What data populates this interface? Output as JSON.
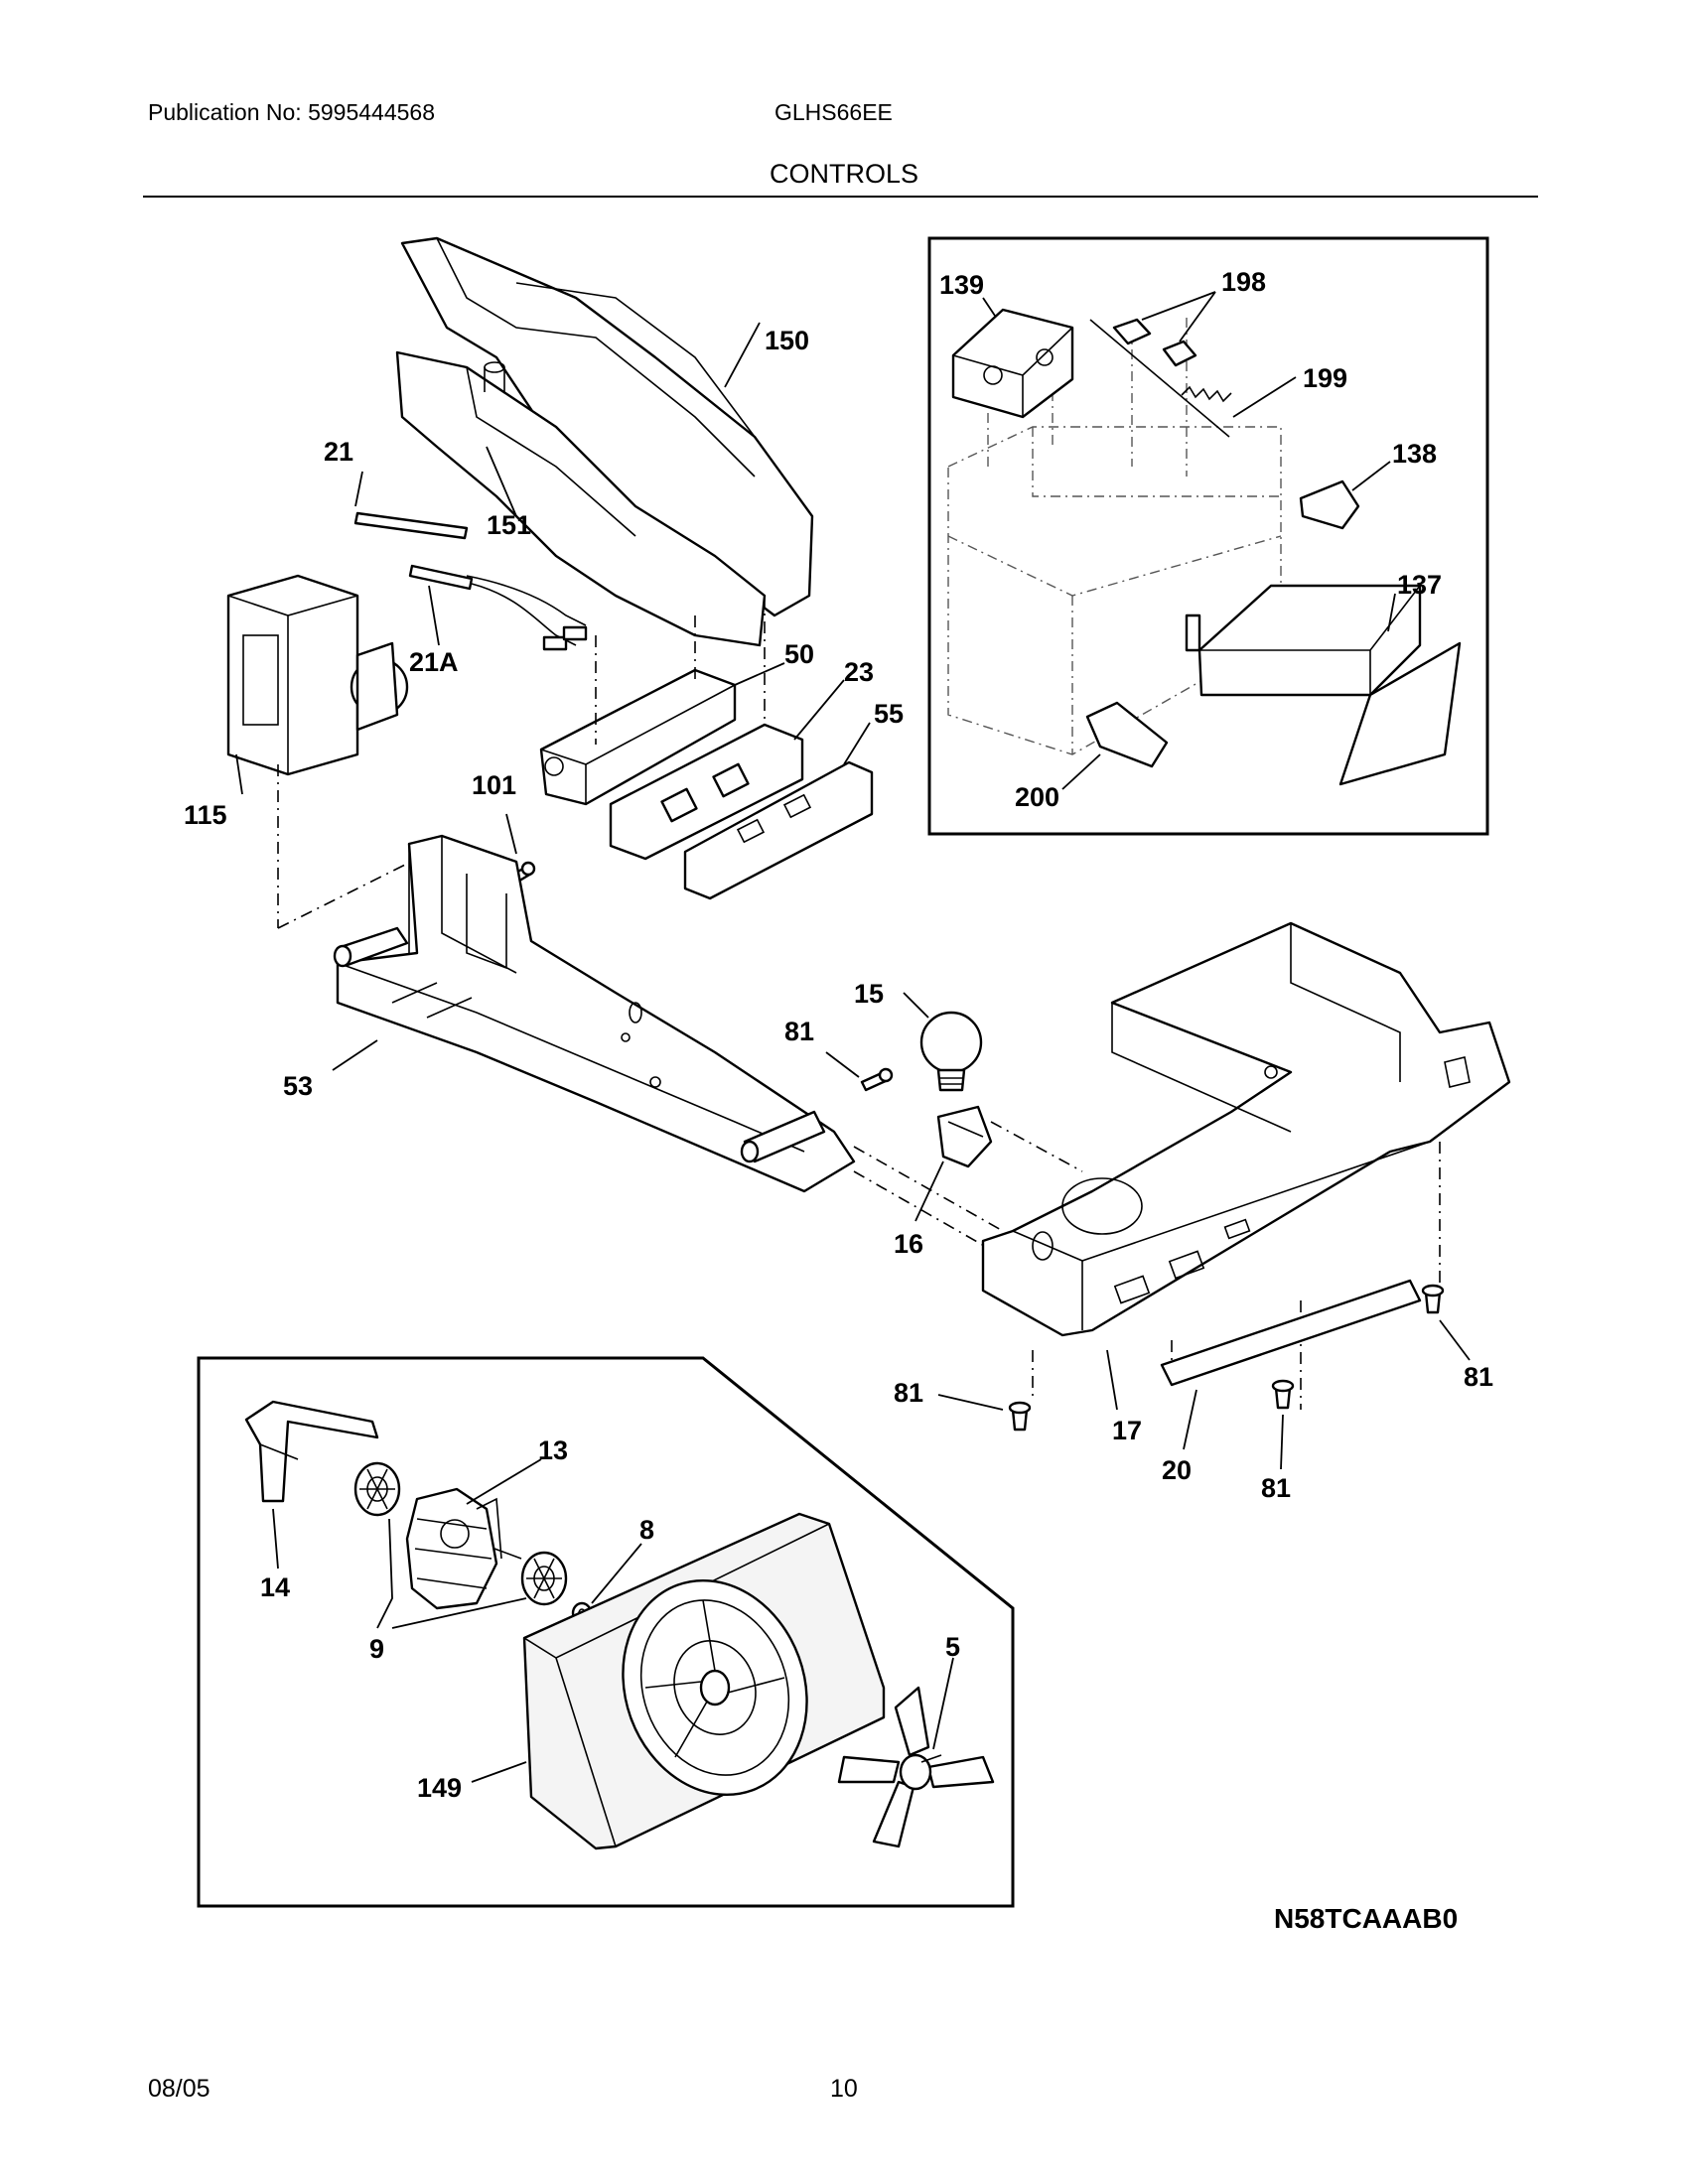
{
  "header": {
    "publication": "Publication No: 5995444568",
    "model": "GLHS66EE",
    "section_title": "CONTROLS"
  },
  "footer": {
    "date": "08/05",
    "page_number": "10"
  },
  "diagram_code": "N58TCAAAB0",
  "part_labels": {
    "p139": "139",
    "p198": "198",
    "p199": "199",
    "p138": "138",
    "p137": "137",
    "p200": "200",
    "p150": "150",
    "p151": "151",
    "p21": "21",
    "p21a": "21A",
    "p50": "50",
    "p23": "23",
    "p55": "55",
    "p115": "115",
    "p101": "101",
    "p53": "53",
    "p15": "15",
    "p81a": "81",
    "p16": "16",
    "p81b": "81",
    "p81c": "81",
    "p81d": "81",
    "p17": "17",
    "p20": "20",
    "p13": "13",
    "p8": "8",
    "p14": "14",
    "p9": "9",
    "p5": "5",
    "p149": "149"
  }
}
